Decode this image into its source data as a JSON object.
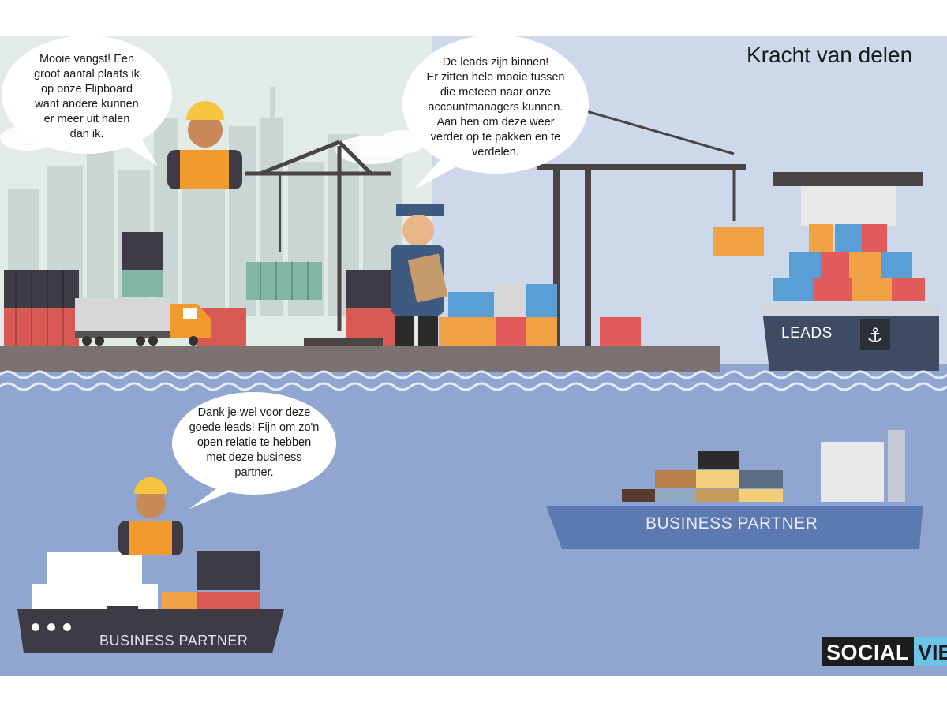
{
  "title": "Kracht van delen",
  "bubbles": {
    "top_left": "Mooie vangst! Een\ngroot aantal plaats ik\nop onze Flipboard\nwant andere kunnen\ner meer uit halen\ndan ik.",
    "top_center": "De leads zijn binnen!\nEr zitten hele mooie tussen\ndie meteen naar onze\naccountmanagers kunnen.\nAan hen om deze weer\nverder op te pakken en te\nverdelen.",
    "bottom_left": "Dank je wel voor deze\ngoede leads! Fijn om zo'n\nopen relatie te hebben\nmet deze business\npartner."
  },
  "ships": {
    "leads_label": "LEADS",
    "right_label": "BUSINESS PARTNER",
    "left_label": "BUSINESS PARTNER"
  },
  "logo": {
    "part1": "SOCIAL",
    "part2": "VIEW"
  },
  "colors": {
    "sky_left": "#e3ebe6",
    "sky_right": "#cdd8ea",
    "water": "#90a6d1",
    "water_light": "#a7bade",
    "dock": "#7b7170",
    "crane": "#4a4444",
    "ship_hull": "#3f4a63",
    "bp_hull": "#5c79b0",
    "orange": "#f2a246",
    "red": "#e35a5a",
    "teal": "#7fb6a5",
    "blue": "#5a9ed6"
  }
}
